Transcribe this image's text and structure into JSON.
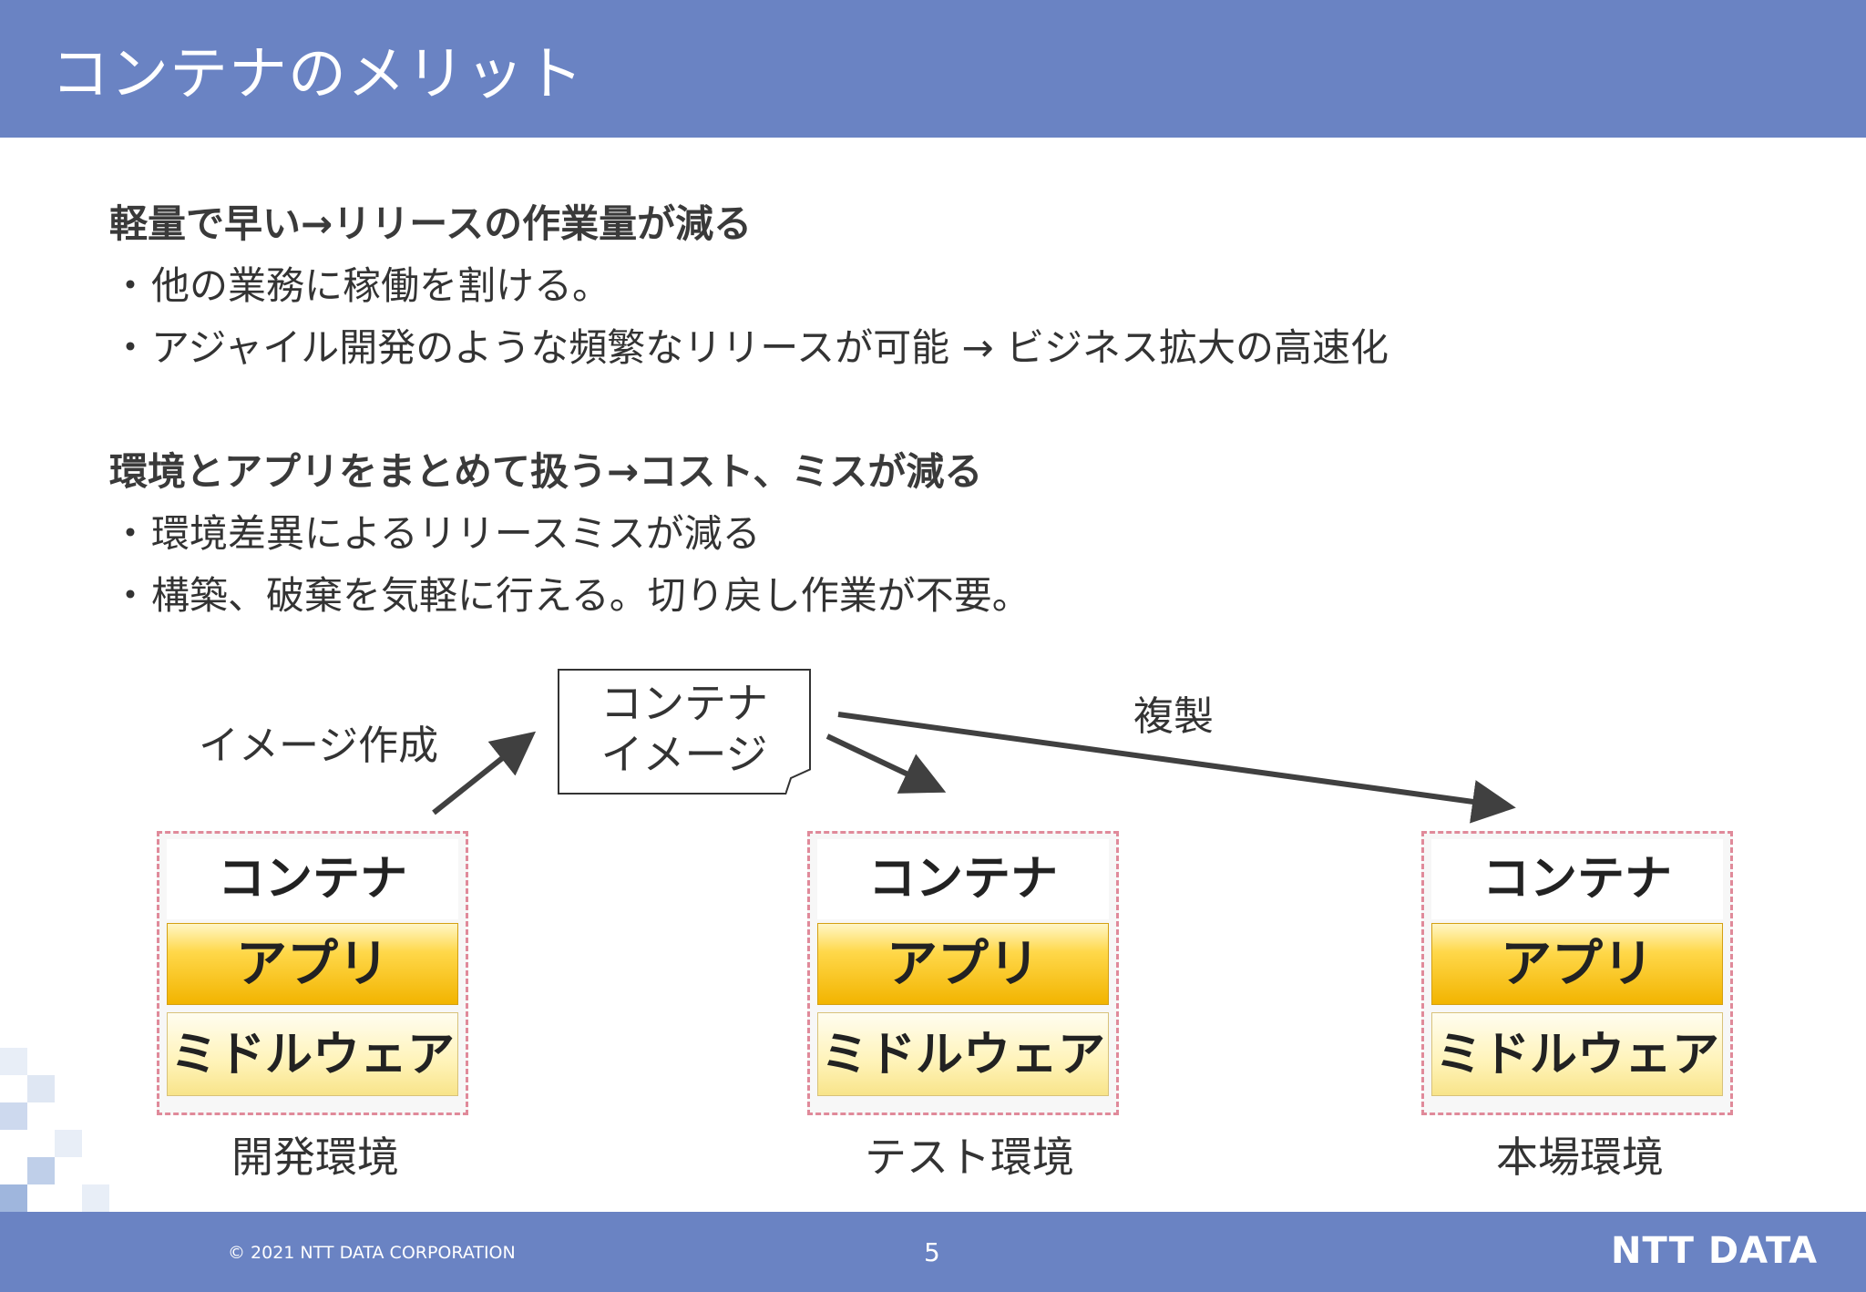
{
  "header": {
    "title": "コンテナのメリット"
  },
  "section1": {
    "heading": "軽量で早い→リリースの作業量が減る",
    "bullets": [
      "他の業務に稼働を割ける。",
      "アジャイル開発のような頻繁なリリースが可能 → ビジネス拡大の高速化"
    ]
  },
  "section2": {
    "heading": "環境とアプリをまとめて扱う→コスト、ミスが減る",
    "bullets": [
      "環境差異によるリリースミスが減る",
      "構築、破棄を気軽に行える。切り戻し作業が不要。"
    ]
  },
  "bullet_marker": "・",
  "diagram": {
    "create_label": "イメージ作成",
    "image_box": {
      "line1": "コンテナ",
      "line2": "イメージ"
    },
    "copy_label": "複製",
    "layers": {
      "container": "コンテナ",
      "app": "アプリ",
      "middleware": "ミドルウェア"
    },
    "environments": [
      "開発環境",
      "テスト環境",
      "本場環境"
    ]
  },
  "footer": {
    "copyright": "© 2021 NTT DATA CORPORATION",
    "page_number": "5",
    "logo": "NTT DATA"
  },
  "colors": {
    "header_bar": "#6a83c3",
    "app_layer": "#ffd84a",
    "middleware_layer": "#fff3b8",
    "dashed_border": "#e08a9a"
  }
}
